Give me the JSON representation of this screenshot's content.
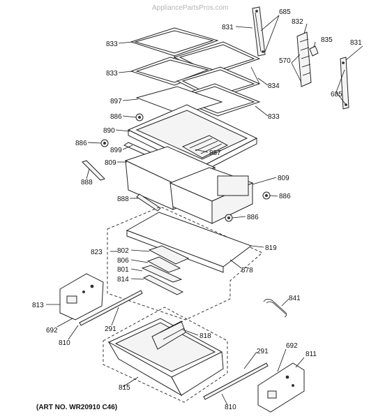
{
  "watermark": "AppliancePartsPros.com",
  "art_number": "(ART NO. WR20910 C46)",
  "labels": {
    "l685a": "685",
    "l831a": "831",
    "l832": "832",
    "l835": "835",
    "l570": "570",
    "l831b": "831",
    "l685b": "685",
    "l833a": "833",
    "l833b": "833",
    "l834": "834",
    "l833c": "833",
    "l897": "897",
    "l886a": "886",
    "l890": "890",
    "l886b": "886",
    "l899": "899",
    "l887": "887",
    "l809a": "809",
    "l809b": "809",
    "l888a": "888",
    "l886c": "886",
    "l888b": "888",
    "l886d": "886",
    "l823": "823",
    "l802": "802",
    "l806": "806",
    "l801": "801",
    "l814": "814",
    "l819": "819",
    "l578": "578",
    "l813": "813",
    "l692a": "692",
    "l291a": "291",
    "l810a": "810",
    "l841": "841",
    "l818": "818",
    "l815": "815",
    "l291b": "291",
    "l692b": "692",
    "l811": "811",
    "l810b": "810"
  }
}
